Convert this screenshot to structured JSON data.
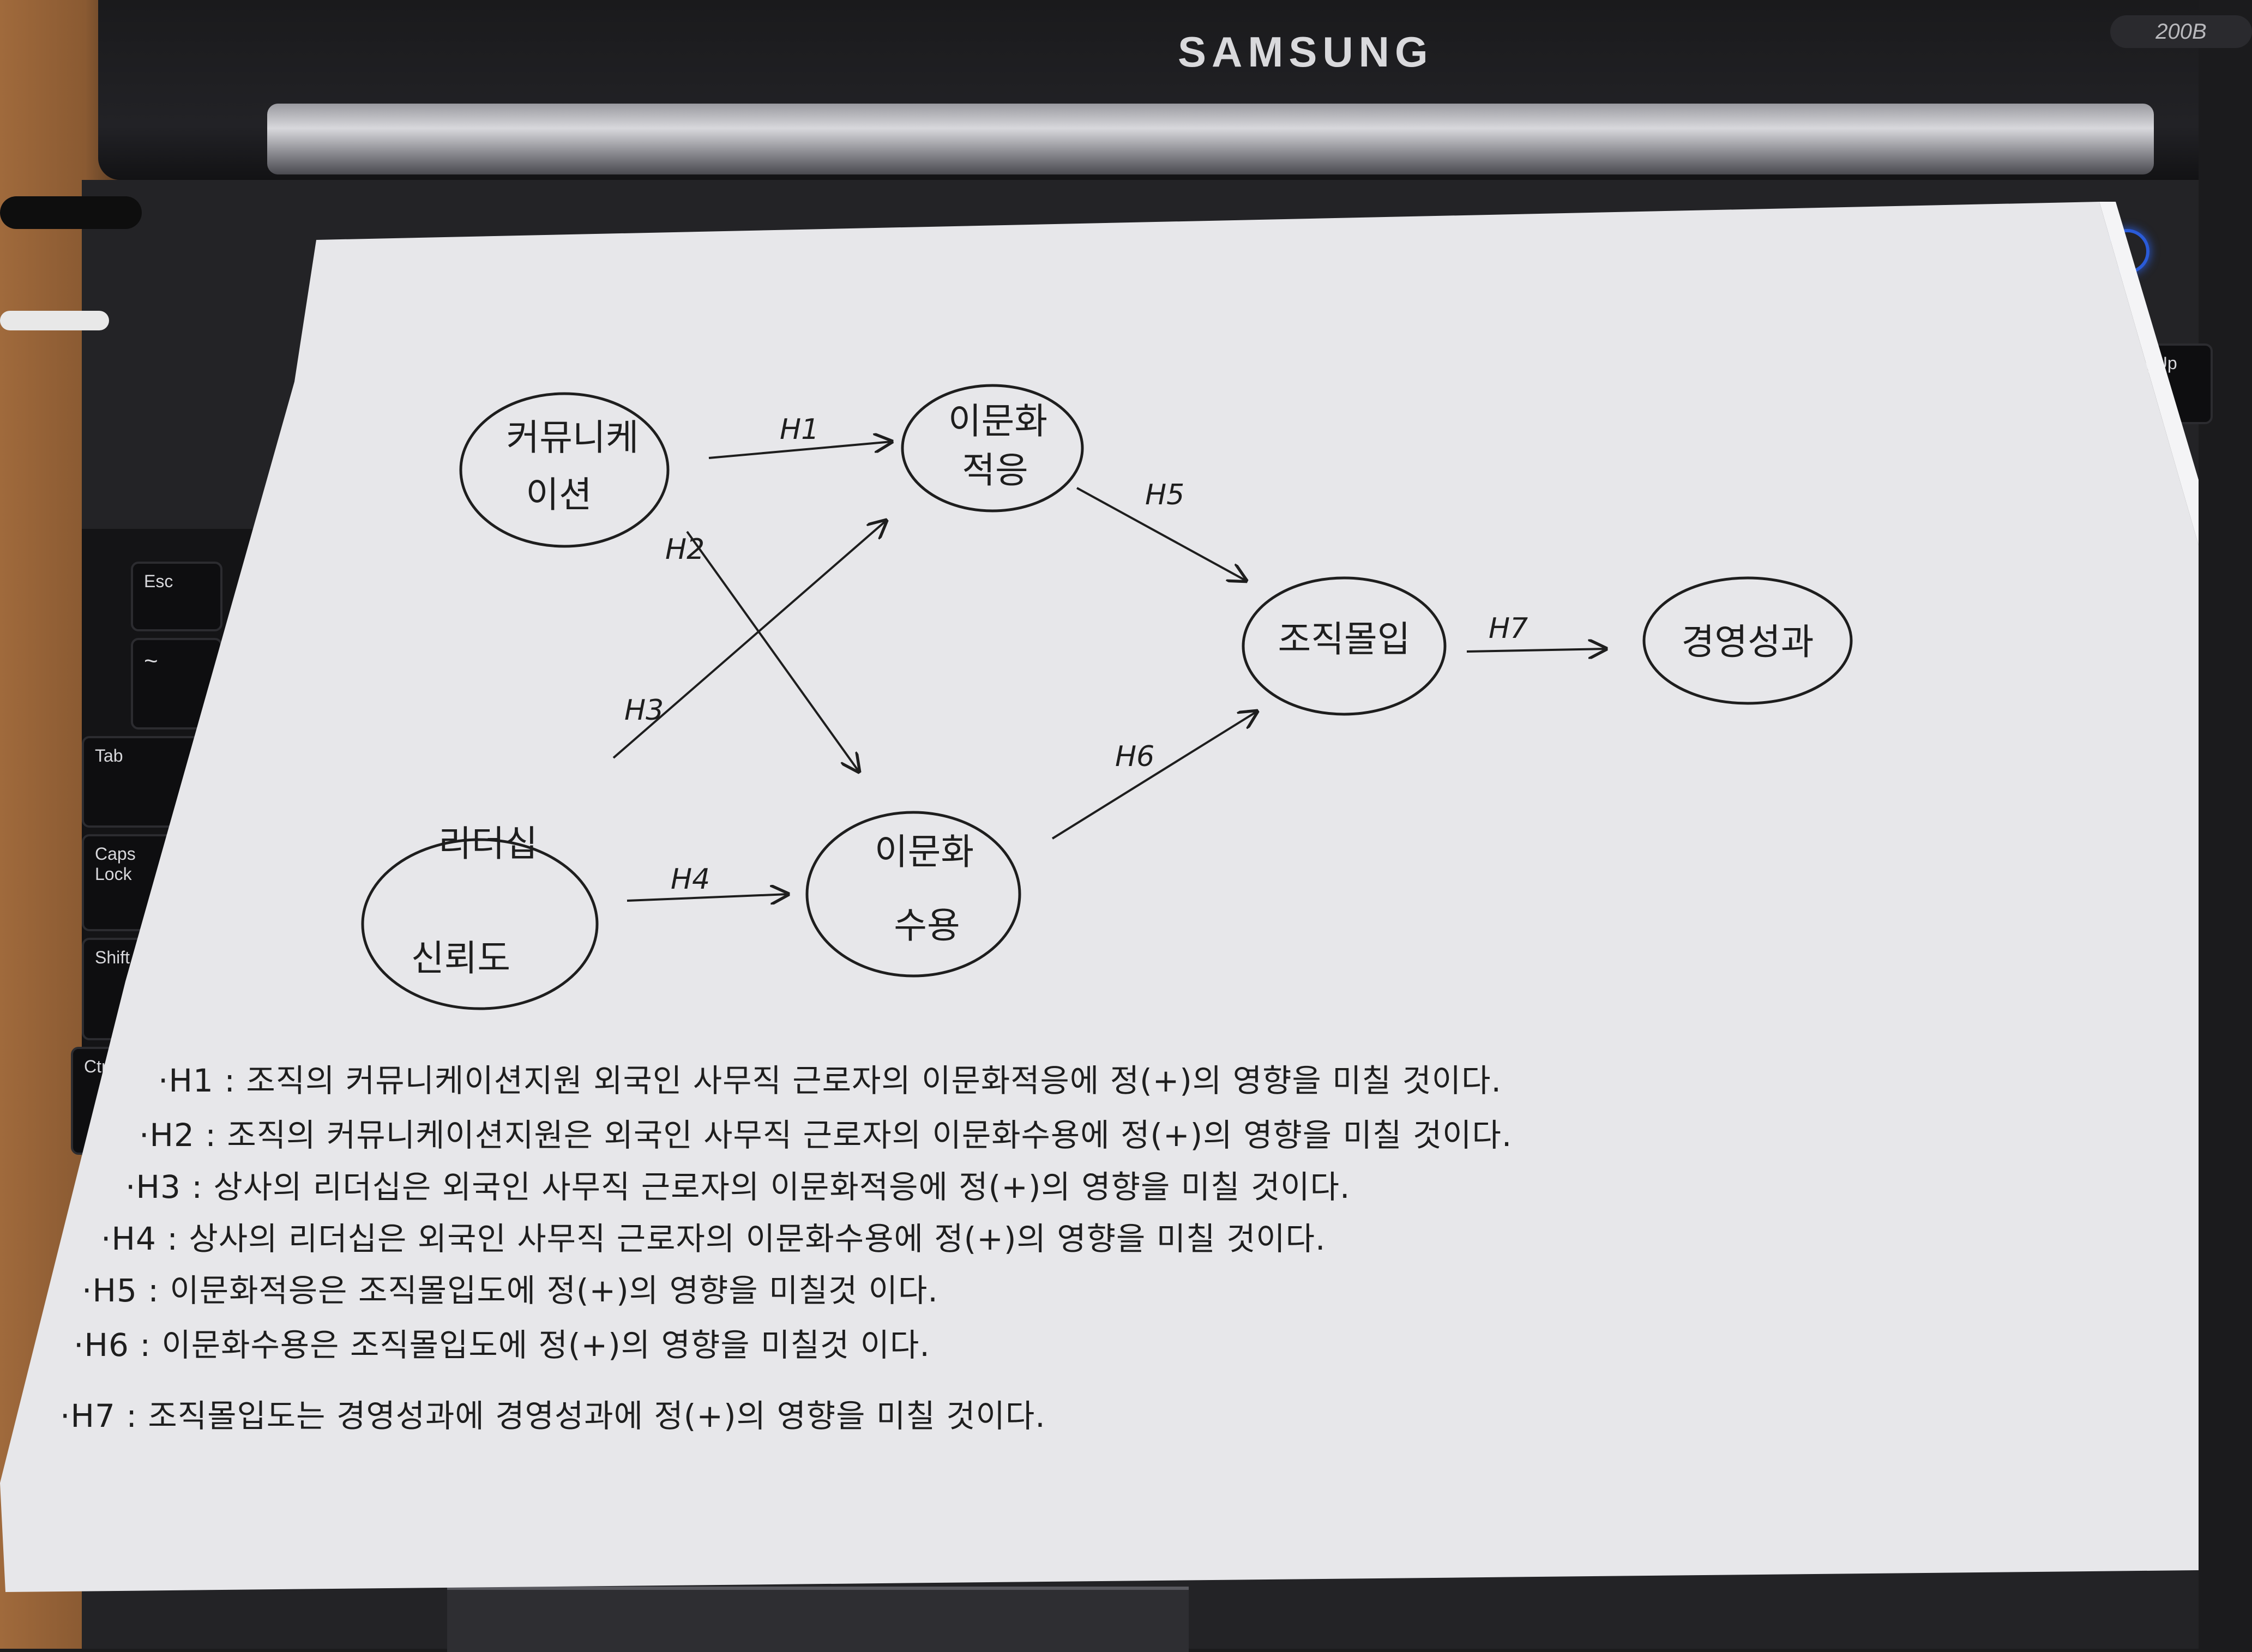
{
  "laptop": {
    "brand": "SAMSUNG",
    "model": "200B",
    "keys": {
      "esc": "Esc",
      "tilde": "~",
      "tab": "Tab",
      "caps": "Caps Lock",
      "shift": "Shift",
      "ctrl": "Ctrl",
      "pgup": "gUp"
    }
  },
  "diagram": {
    "nodes": {
      "communication": [
        "커뮤니케",
        "이션"
      ],
      "leadership": [
        "리더십",
        "신뢰도"
      ],
      "adaptation": [
        "이문화",
        "적응"
      ],
      "acceptance": [
        "이문화",
        "수용"
      ],
      "commitment": [
        "조직몰입"
      ],
      "performance": [
        "경영성과"
      ]
    },
    "edges": {
      "h1": "H1",
      "h2": "H2",
      "h3": "H3",
      "h4": "H4",
      "h5": "H5",
      "h6": "H6",
      "h7": "H7"
    }
  },
  "hypotheses": [
    "·H1 : 조직의 커뮤니케이션지원 외국인 사무직 근로자의 이문화적응에 정(+)의 영향을 미칠 것이다.",
    "·H2 : 조직의 커뮤니케이션지원은 외국인 사무직 근로자의 이문화수용에 정(+)의 영향을 미칠 것이다.",
    "·H3 : 상사의 리더십은 외국인 사무직 근로자의 이문화적응에 정(+)의 영향을 미칠 것이다.",
    "·H4 : 상사의 리더십은 외국인 사무직 근로자의 이문화수용에 정(+)의 영향을 미칠 것이다.",
    "·H5 : 이문화적응은 조직몰입도에 정(+)의 영향을 미칠것 이다.",
    "·H6 : 이문화수용은 조직몰입도에 정(+)의 영향을 미칠것 이다.",
    "·H7 : 조직몰입도는 경영성과에 경영성과에 정(+)의 영향을 미칠 것이다."
  ]
}
